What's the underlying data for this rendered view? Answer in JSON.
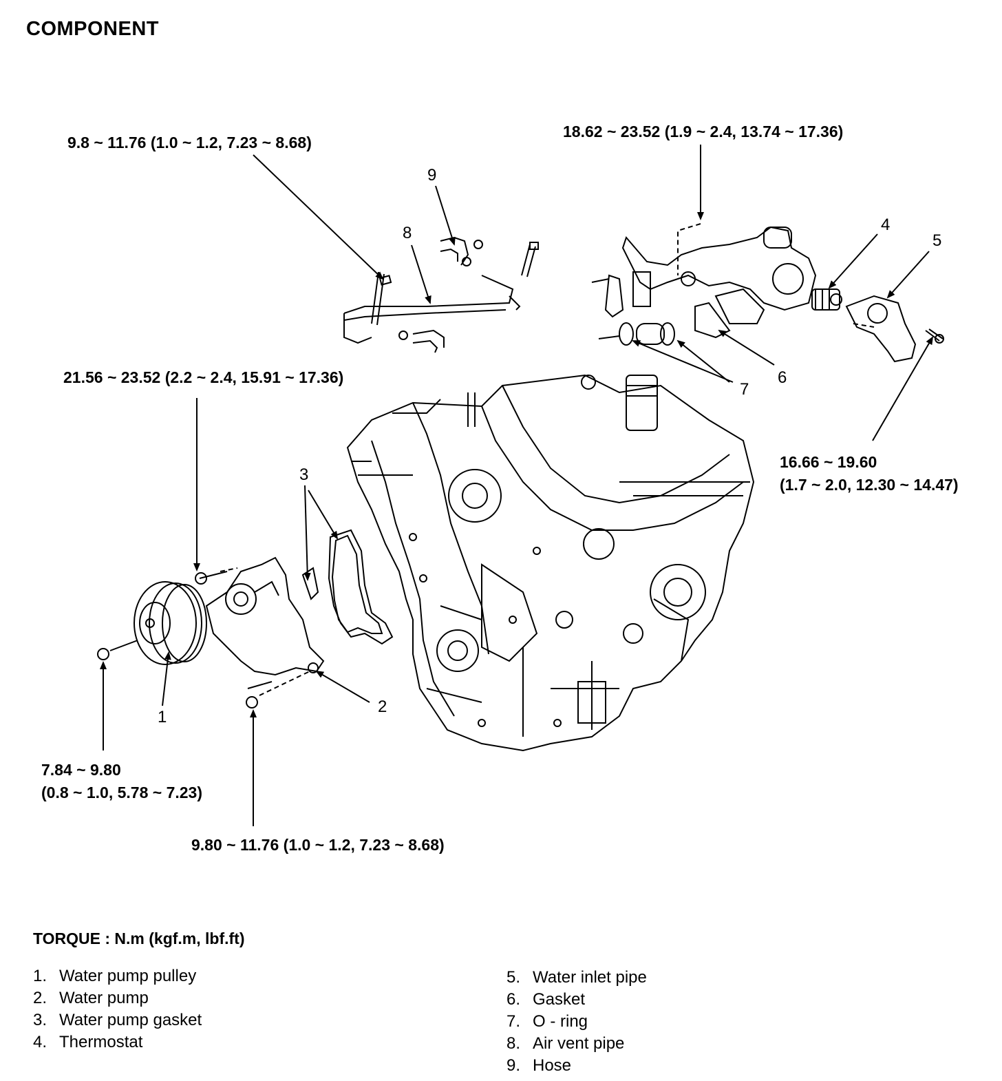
{
  "title": "COMPONENT",
  "torques": {
    "t1": "9.8 ~ 11.76 (1.0 ~ 1.2, 7.23 ~ 8.68)",
    "t2": "18.62 ~ 23.52 (1.9 ~ 2.4, 13.74 ~ 17.36)",
    "t3": "21.56 ~ 23.52 (2.2 ~ 2.4, 15.91 ~ 17.36)",
    "t4_line1": "16.66 ~ 19.60",
    "t4_line2": "(1.7 ~ 2.0, 12.30 ~ 14.47)",
    "t5_line1": "7.84 ~ 9.80",
    "t5_line2": "(0.8 ~ 1.0, 5.78 ~ 7.23)",
    "t6": "9.80 ~ 11.76 (1.0 ~ 1.2, 7.23 ~ 8.68)"
  },
  "callouts": {
    "c1": "1",
    "c2": "2",
    "c3": "3",
    "c4": "4",
    "c5": "5",
    "c6": "6",
    "c7": "7",
    "c8": "8",
    "c9": "9"
  },
  "legend_heading": "TORQUE : N.m (kgf.m, lbf.ft)",
  "legend": [
    {
      "num": "1.",
      "label": "Water pump pulley"
    },
    {
      "num": "2.",
      "label": "Water pump"
    },
    {
      "num": "3.",
      "label": "Water pump gasket"
    },
    {
      "num": "4.",
      "label": "Thermostat"
    },
    {
      "num": "5.",
      "label": "Water inlet pipe"
    },
    {
      "num": "6.",
      "label": "Gasket"
    },
    {
      "num": "7.",
      "label": "O - ring"
    },
    {
      "num": "8.",
      "label": "Air vent pipe"
    },
    {
      "num": "9.",
      "label": "Hose"
    }
  ]
}
